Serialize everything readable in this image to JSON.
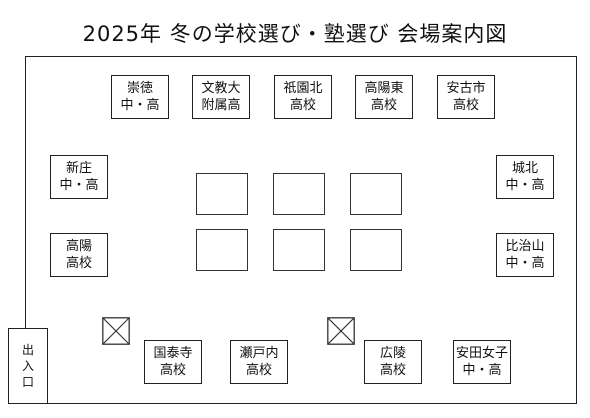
{
  "title": "2025年 冬の学校選び・塾選び 会場案内図",
  "booths": [
    {
      "id": "sutoku",
      "lines": [
        "崇徳",
        "中・高"
      ]
    },
    {
      "id": "bunkyo",
      "lines": [
        "文教大",
        "附属高"
      ]
    },
    {
      "id": "gion-kita",
      "lines": [
        "祇園北",
        "高校"
      ]
    },
    {
      "id": "koyo-higashi",
      "lines": [
        "高陽東",
        "高校"
      ]
    },
    {
      "id": "akitakata",
      "lines": [
        "安古市",
        "高校"
      ]
    },
    {
      "id": "shinjo",
      "lines": [
        "新庄",
        "中・高"
      ]
    },
    {
      "id": "johoku",
      "lines": [
        "城北",
        "中・高"
      ]
    },
    {
      "id": "koyo",
      "lines": [
        "高陽",
        "高校"
      ]
    },
    {
      "id": "hijiyama",
      "lines": [
        "比治山",
        "中・高"
      ]
    },
    {
      "id": "kokutaiji",
      "lines": [
        "国泰寺",
        "高校"
      ]
    },
    {
      "id": "setouchi",
      "lines": [
        "瀬戸内",
        "高校"
      ]
    },
    {
      "id": "koryo",
      "lines": [
        "広陵",
        "高校"
      ]
    },
    {
      "id": "yasuda",
      "lines": [
        "安田女子",
        "中・高"
      ]
    }
  ],
  "entrance": {
    "lines": [
      "出",
      "入",
      "口"
    ]
  }
}
